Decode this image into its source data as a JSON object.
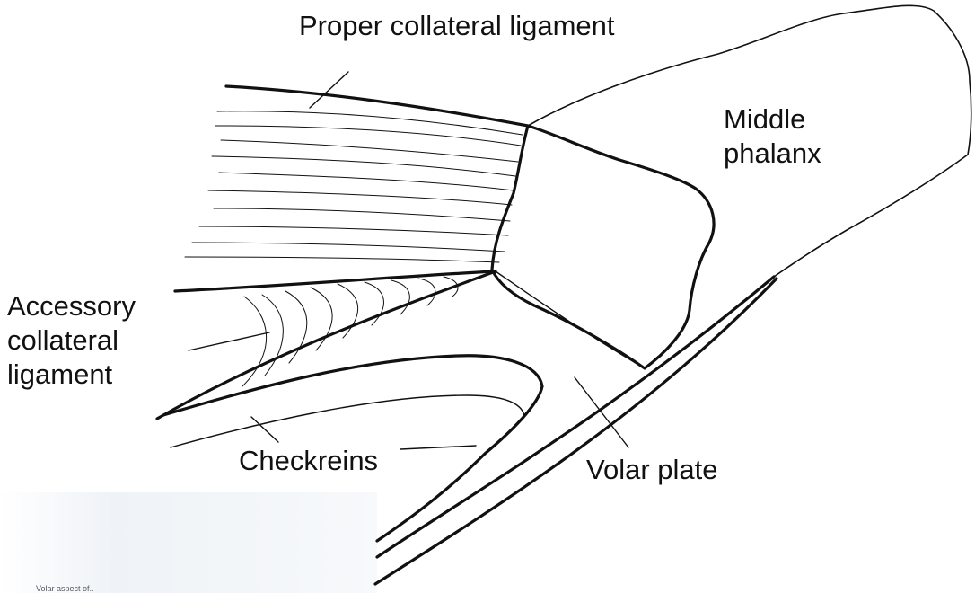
{
  "labels": {
    "proper_collateral_ligament": "Proper collateral ligament",
    "middle_phalanx": [
      "Middle",
      "phalanx"
    ],
    "accessory_collateral_ligament": [
      "Accessory",
      "collateral",
      "ligament"
    ],
    "checkreins": "Checkreins",
    "volar_plate": "Volar plate"
  },
  "cropped_text": "Volar aspect of..",
  "colors": {
    "line": "#111111",
    "background": "#ffffff",
    "fade": "#f3f6f9"
  }
}
